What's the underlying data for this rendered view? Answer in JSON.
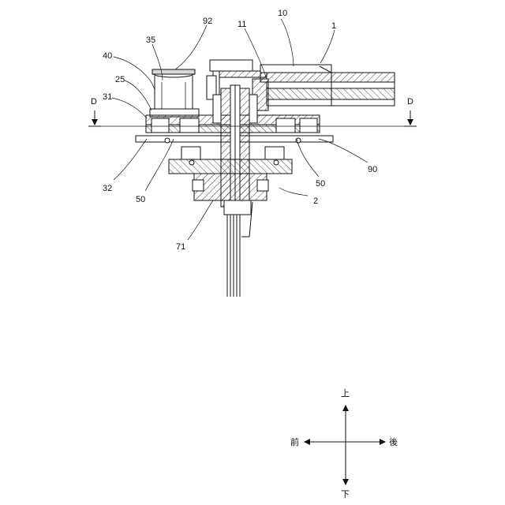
{
  "reference_numerals": {
    "n1": "1",
    "n2": "2",
    "n10": "10",
    "n11": "11",
    "n25": "25",
    "n31": "31",
    "n32": "32",
    "n35": "35",
    "n40": "40",
    "n50a": "50",
    "n50b": "50",
    "n71": "71",
    "n90": "90",
    "n92": "92"
  },
  "section_marks": {
    "left": "D",
    "right": "D"
  },
  "direction_indicator": {
    "up": "上",
    "down": "下",
    "front": "前",
    "rear": "後"
  }
}
